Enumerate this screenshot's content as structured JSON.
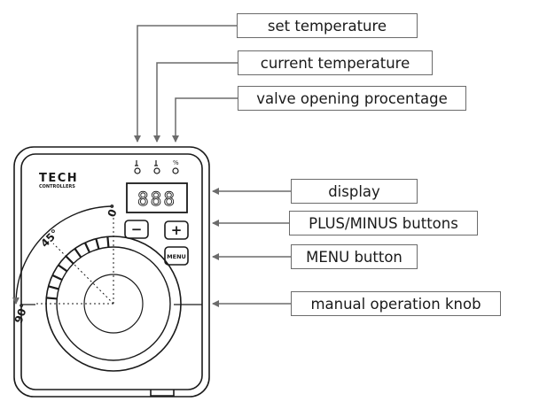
{
  "callouts": {
    "set_temperature": "set temperature",
    "current_temperature": "current temperature",
    "valve_opening": "valve opening procentage",
    "display": "display",
    "plus_minus": "PLUS/MINUS buttons",
    "menu_button": "MENU button",
    "knob": "manual operation knob"
  },
  "device": {
    "brand": "TECH",
    "brand_sub": "CONTROLLERS",
    "display_digits": "888",
    "minus_label": "−",
    "plus_label": "+",
    "menu_label": "MENU",
    "indicator_symbols": [
      "set-temp-symbol",
      "current-temp-symbol",
      "percent-symbol"
    ],
    "percent_symbol": "%"
  },
  "scale": {
    "zero": "0°",
    "forty_five": "45°",
    "ninety": "90°"
  },
  "colors": {
    "line": "#1a1a1a",
    "arrow": "#6b6b6b",
    "callout_border": "#6b6b6b"
  }
}
